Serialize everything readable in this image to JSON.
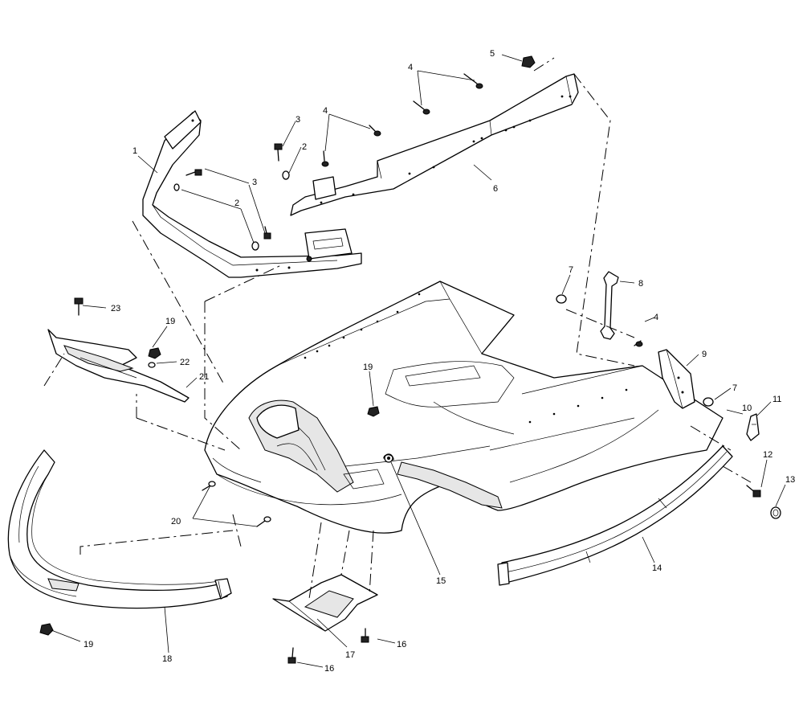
{
  "diagram": {
    "callouts": [
      {
        "id": "c1",
        "text": "1"
      },
      {
        "id": "c2a",
        "text": "2"
      },
      {
        "id": "c2b",
        "text": "2"
      },
      {
        "id": "c3a",
        "text": "3"
      },
      {
        "id": "c3b",
        "text": "3"
      },
      {
        "id": "c4a",
        "text": "4"
      },
      {
        "id": "c4b",
        "text": "4"
      },
      {
        "id": "c4c",
        "text": "4"
      },
      {
        "id": "c5",
        "text": "5"
      },
      {
        "id": "c6",
        "text": "6"
      },
      {
        "id": "c7a",
        "text": "7"
      },
      {
        "id": "c7b",
        "text": "7"
      },
      {
        "id": "c8",
        "text": "8"
      },
      {
        "id": "c9",
        "text": "9"
      },
      {
        "id": "c10",
        "text": "10"
      },
      {
        "id": "c11",
        "text": "11"
      },
      {
        "id": "c12",
        "text": "12"
      },
      {
        "id": "c13",
        "text": "13"
      },
      {
        "id": "c14",
        "text": "14"
      },
      {
        "id": "c15",
        "text": "15"
      },
      {
        "id": "c16a",
        "text": "16"
      },
      {
        "id": "c16b",
        "text": "16"
      },
      {
        "id": "c17",
        "text": "17"
      },
      {
        "id": "c18",
        "text": "18"
      },
      {
        "id": "c19a",
        "text": "19"
      },
      {
        "id": "c19b",
        "text": "19"
      },
      {
        "id": "c19c",
        "text": "19"
      },
      {
        "id": "c20",
        "text": "20"
      },
      {
        "id": "c21",
        "text": "21"
      },
      {
        "id": "c22",
        "text": "22"
      },
      {
        "id": "c23",
        "text": "23"
      }
    ]
  }
}
